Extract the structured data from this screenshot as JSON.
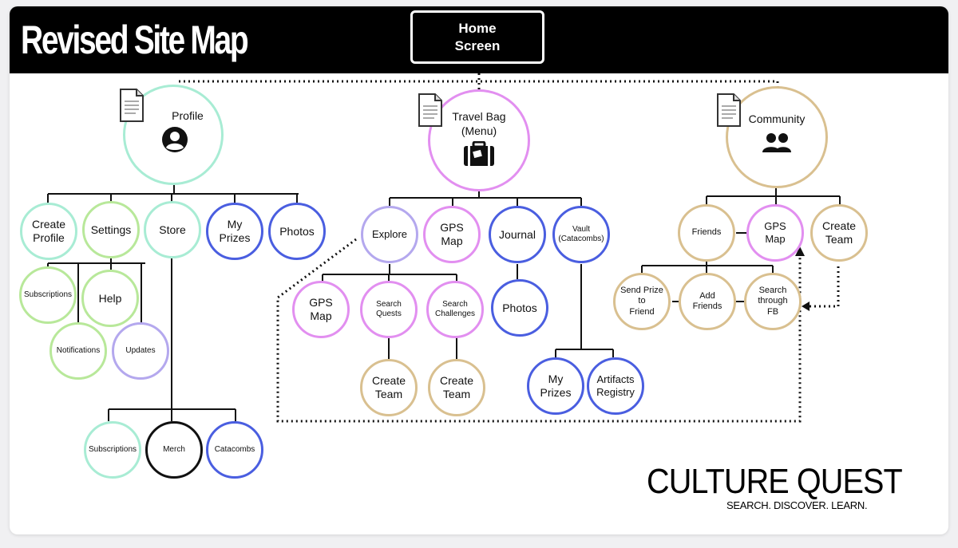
{
  "colors": {
    "teal": "#a8ecd4",
    "green": "#b8e89a",
    "lavender": "#b4a8ee",
    "blue": "#4a5ee0",
    "pink": "#e28ff0",
    "gold": "#d9c090",
    "black": "#111111"
  },
  "header": {
    "title": "Revised Site Map",
    "home_label": "Home\nScreen"
  },
  "hubs": {
    "profile": {
      "label": "Profile",
      "icon": "user-circle-icon"
    },
    "travel_bag": {
      "label": "Travel Bag\n(Menu)",
      "icon": "suitcase-icon"
    },
    "community": {
      "label": "Community",
      "icon": "people-icon"
    }
  },
  "profile": {
    "create_profile": "Create\nProfile",
    "settings": "Settings",
    "store": "Store",
    "my_prizes": "My\nPrizes",
    "photos": "Photos",
    "subscriptions": "Subscriptions",
    "help": "Help",
    "notifications": "Notifications",
    "updates": "Updates",
    "store_subscriptions": "Subscriptions",
    "merch": "Merch",
    "catacombs": "Catacombs"
  },
  "travel": {
    "explore": "Explore",
    "gps_map": "GPS\nMap",
    "journal": "Journal",
    "vault": "Vault\n(Catacombs)",
    "gps_map_2": "GPS\nMap",
    "search_quests": "Search\nQuests",
    "search_challenges": "Search\nChallenges",
    "journal_photos": "Photos",
    "create_team_1": "Create\nTeam",
    "create_team_2": "Create\nTeam",
    "my_prizes": "My\nPrizes",
    "artifacts_registry": "Artifacts\nRegistry"
  },
  "community": {
    "friends": "Friends",
    "gps_map": "GPS\nMap",
    "create_team": "Create\nTeam",
    "send_prize": "Send Prize\nto\nFriend",
    "add_friends": "Add\nFriends",
    "search_fb": "Search\nthrough\nFB"
  },
  "logo": {
    "name": "CULTURE QUEST",
    "tagline": "SEARCH. DISCOVER. LEARN."
  }
}
